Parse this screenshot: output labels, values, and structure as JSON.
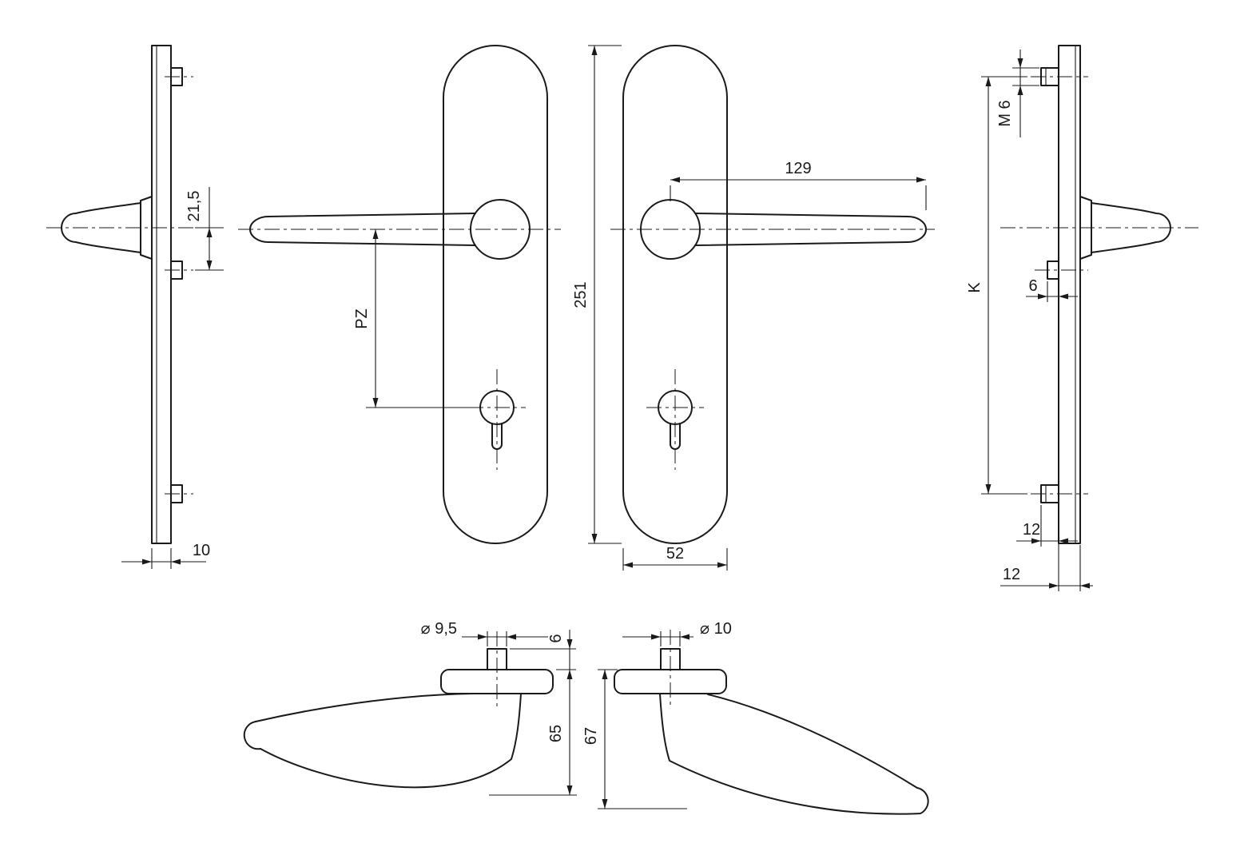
{
  "drawing": {
    "background": "#ffffff",
    "line_color": "#1a1a1a",
    "views": {
      "side_view_left": {
        "dim_handle_axis_to_fixing": "21,5",
        "dim_plate_thickness": "10"
      },
      "front_view_left_handle": {
        "dim_cylinder_distance_label": "PZ"
      },
      "front_view_right_handle": {
        "dim_plate_height": "251",
        "dim_lever_length": "129",
        "dim_plate_width": "52"
      },
      "side_view_right": {
        "dim_screw_thread": "M 6",
        "dim_fixing_distance": "K",
        "dim_boss_depth": "6",
        "dim_boss_to_face": "12",
        "dim_face_offset": "12"
      },
      "handle_top_view_left": {
        "dim_spindle_diameter": "⌀ 9,5",
        "dim_neck_height": "6",
        "dim_projection": "65"
      },
      "handle_top_view_right": {
        "dim_spindle_diameter": "⌀ 10",
        "dim_projection": "67"
      }
    }
  }
}
